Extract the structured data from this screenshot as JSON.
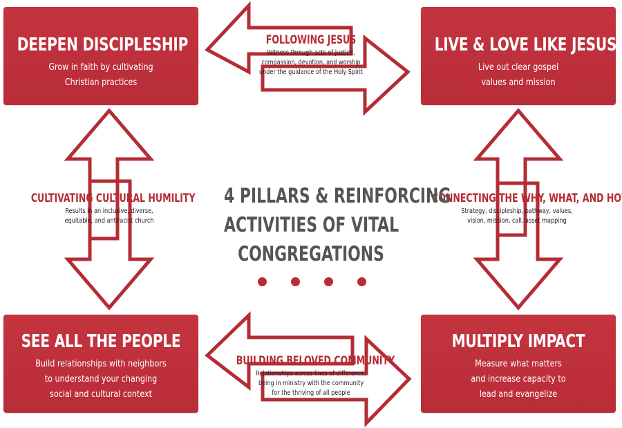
{
  "center_title": [
    "4 PILLARS & REINFORCING",
    "ACTIVITIES OF VITAL",
    "CONGREGATIONS"
  ],
  "pillars": {
    "top_left": {
      "title": "DEEPEN DISCIPLESHIP",
      "desc": [
        "Grow in faith by cultivating",
        "Christian practices"
      ]
    },
    "top_right": {
      "title": "LIVE & LOVE LIKE JESUS",
      "desc": [
        "Live out clear gospel",
        "values and mission"
      ]
    },
    "bottom_left": {
      "title": "SEE ALL THE PEOPLE",
      "desc": [
        "Build relationships with neighbors",
        "to understand your changing",
        "social and cultural context"
      ]
    },
    "bottom_right": {
      "title": "MULTIPLY IMPACT",
      "desc": [
        "Measure what matters",
        "and increase capacity to",
        "lead and evangelize"
      ]
    }
  },
  "activities": {
    "top": {
      "title": "FOLLOWING JESUS",
      "desc": [
        "Witness through acts of justice,",
        "compassion, devotion, and worship",
        "under the guidance of the Holy Spirit"
      ]
    },
    "left": {
      "title": "CULTIVATING CULTURAL HUMILITY",
      "desc": [
        "Results in an inclusive, diverse,",
        "equitable, and antiracist church"
      ]
    },
    "right": {
      "title": "CONNECTING THE WHY, WHAT, AND HOW",
      "desc": [
        "Strategy, discipleship, pathway, values,",
        "vision, mission, call, asset mapping"
      ]
    },
    "bottom": {
      "title": "BUILDING BELOVED COMMUNITY",
      "desc": [
        "Relationships across lines of difference,",
        "being in ministry with the community",
        "for the thriving of all people"
      ]
    }
  },
  "colors": {
    "brand_red": "#b92d38",
    "center_text": "#555555",
    "arrow_stroke": "#b42c36"
  }
}
